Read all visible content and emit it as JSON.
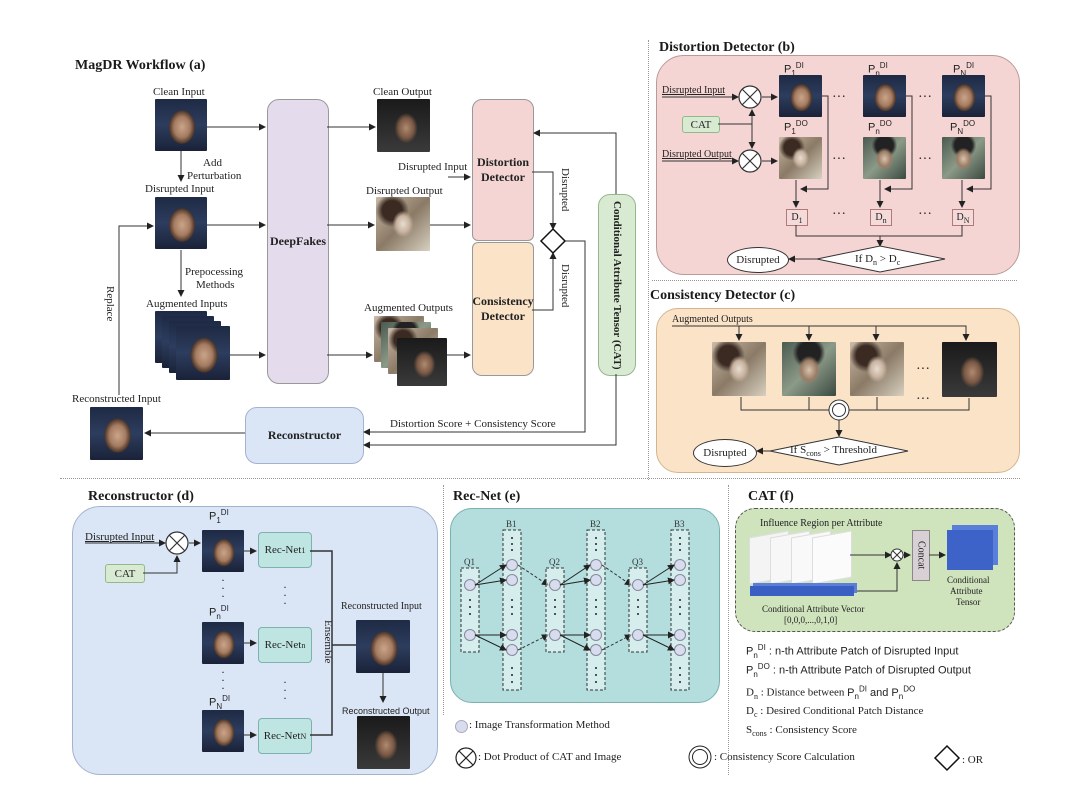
{
  "workflow": {
    "title": "MagDR Workflow (a)",
    "clean_input": "Clean Input",
    "add_perturbation_1": "Add",
    "add_perturbation_2": "Perturbation",
    "disrupted_input": "Disrupted Input",
    "preprocessing_1": "Prepocessing",
    "preprocessing_2": "Methods",
    "augmented_inputs": "Augmented Inputs",
    "replace": "Replace",
    "reconstructed_input": "Reconstructed Input",
    "deepfakes": "DeepFakes",
    "clean_output": "Clean Output",
    "disrupted_output": "Disrupted Output",
    "augmented_outputs": "Augmented Outputs",
    "disrupted_input_arrow": "Disrupted Input",
    "distortion_detector": "Distortion Detector",
    "consistency_detector": "Consistency Detector",
    "disrupted_top": "Disrupted",
    "disrupted_bottom": "Disrupted",
    "cat_bar": "Conditional Attribute Tensor (CAT)",
    "reconstructor": "Reconstructor",
    "score_label": "Distortion Score + Consistency Score"
  },
  "distortion_detector": {
    "title": "Distortion Detector (b)",
    "disrupted_input": "Disrupted Input",
    "disrupted_output": "Disrupted Output",
    "cat": "CAT",
    "patches_in": [
      "P1DI",
      "PnDI",
      "PNDI"
    ],
    "patches_out": [
      "P1DO",
      "PnDO",
      "PNDO"
    ],
    "distances": [
      "D1",
      "Dn",
      "DN"
    ],
    "ellipsis": "···",
    "decision": "If Dn > Dc",
    "result": "Disrupted"
  },
  "consistency_detector": {
    "title": "Consistency Detector (c)",
    "augmented_outputs": "Augmented Outputs",
    "ellipsis": "···",
    "decision": "If Scons > Threshold",
    "result": "Disrupted"
  },
  "reconstructor": {
    "title": "Reconstructor (d)",
    "disrupted_input": "Disrupted Input",
    "cat": "CAT",
    "patches": [
      "P1DI",
      "PnDI",
      "PNDI"
    ],
    "recnets": [
      "Rec-Net1",
      "Rec-Netn",
      "Rec-NetN"
    ],
    "ensemble": "Ensemble",
    "reconstructed_input": "Reconstructed Input",
    "reconstructed_output": "Reconstructed Output"
  },
  "recnet": {
    "title": "Rec-Net (e)",
    "q_labels": [
      "Q1",
      "Q2",
      "Q3"
    ],
    "b_labels": [
      "B1",
      "B2",
      "B3"
    ]
  },
  "cat": {
    "title": "CAT (f)",
    "influence": "Influence Region per Attribute",
    "concat": "Concat",
    "vector_label": "Conditional Attribute Vector",
    "vector_value": "[0,0,0,...,0,1,0]",
    "tensor_1": "Conditional",
    "tensor_2": "Attribute",
    "tensor_3": "Tensor"
  },
  "legend": {
    "pdi": ": n-th Attribute Patch of Disrupted Input",
    "pdo": ": n-th Attribute Patch of Disrupted Output",
    "dn": ": Distance between PnDI and PnDO",
    "dc": ": Desired Conditional Patch Distance",
    "scons": ": Consistency Score",
    "image_transform": ": Image Transformation Method",
    "dot_product": ": Dot Product of CAT and Image",
    "consistency_calc": ": Consistency Score Calculation",
    "or": ": OR"
  },
  "colors": {
    "deepfakes": "#e4dcec",
    "distortion": "#f5d5d3",
    "consistency": "#fbe3c8",
    "cat_bar": "#d9ead3",
    "reconstructor": "#dae5f6",
    "recnet_panel": "#b3dedd",
    "cat_panel": "#cfe3bd"
  }
}
